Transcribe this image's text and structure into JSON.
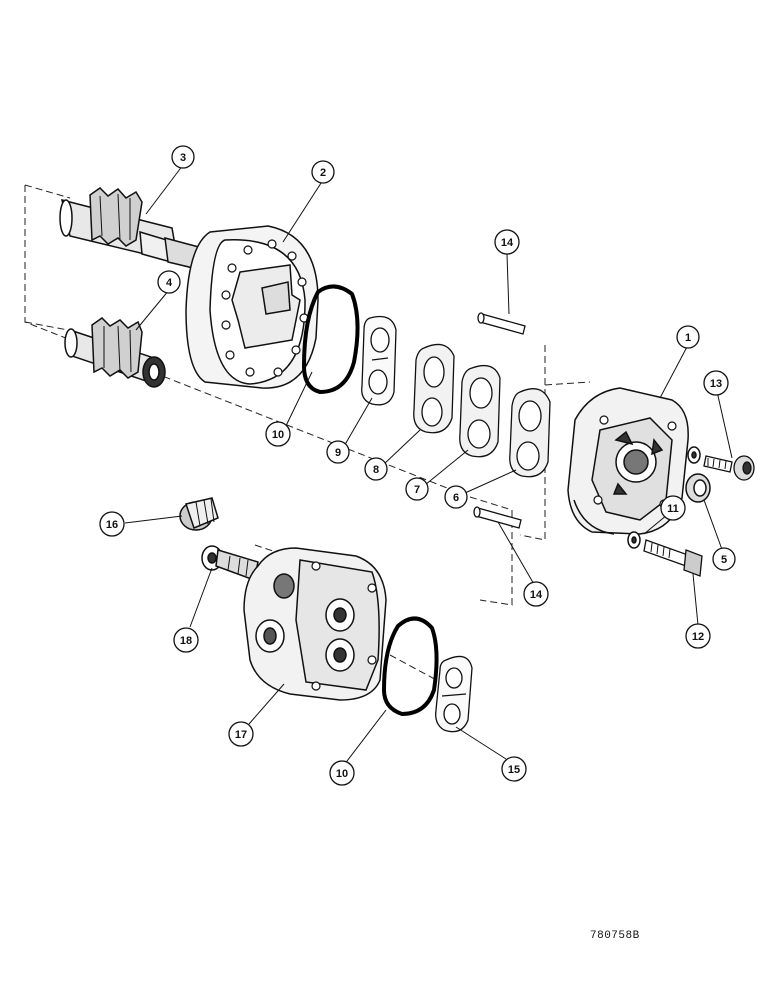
{
  "callouts": {
    "c1": "1",
    "c2": "2",
    "c3": "3",
    "c4": "4",
    "c5": "5",
    "c6": "6",
    "c7": "7",
    "c8": "8",
    "c9": "9",
    "c10a": "10",
    "c10b": "10",
    "c11": "11",
    "c12": "12",
    "c13": "13",
    "c14a": "14",
    "c14b": "14",
    "c15": "15",
    "c16": "16",
    "c17": "17",
    "c18": "18"
  },
  "reference_code": "780758B"
}
